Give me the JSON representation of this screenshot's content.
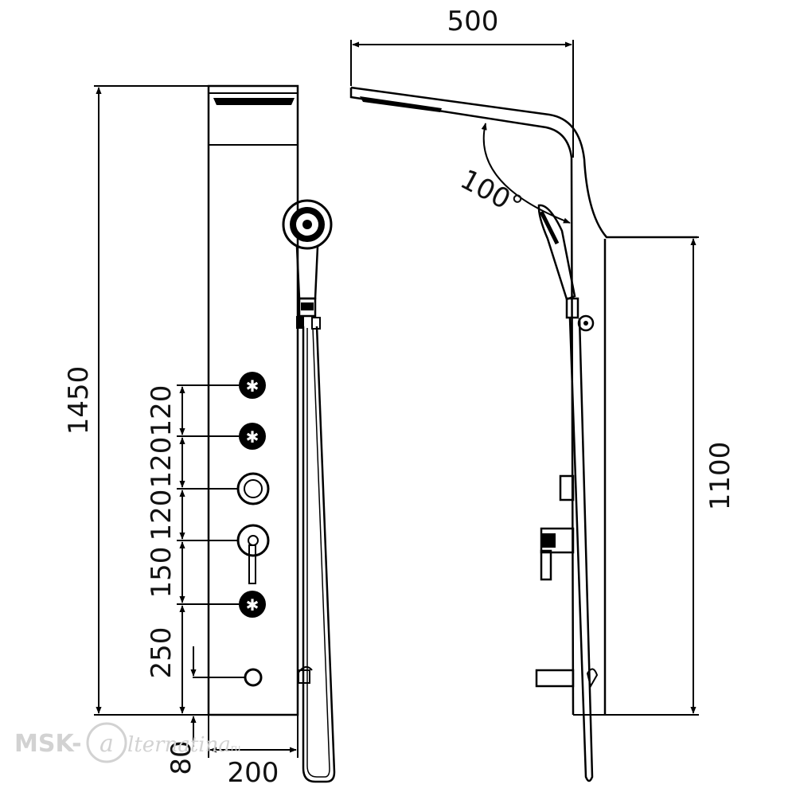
{
  "diagram": {
    "front_view": {
      "height_label": "1450",
      "width_label": "200",
      "spacing_labels": [
        "120",
        "120",
        "120",
        "150",
        "250",
        "80"
      ]
    },
    "side_view": {
      "depth_label": "500",
      "angle_label": "100°",
      "height_label": "1100"
    }
  },
  "watermark": {
    "brand_prefix": "MSK-",
    "brand_script": "lternatina",
    "brand_suffix": ".ru"
  },
  "colors": {
    "line": "#000000",
    "background": "#ffffff",
    "watermark": "#d2d2d2"
  }
}
